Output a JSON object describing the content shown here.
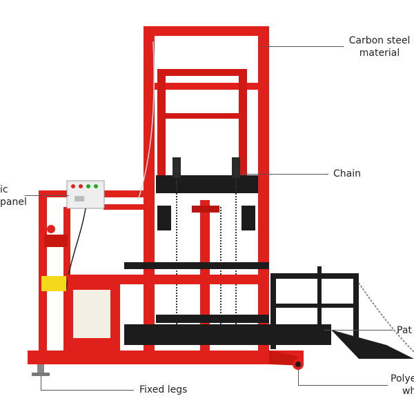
{
  "callouts": {
    "carbon_steel": [
      "Carbon steel",
      "material"
    ],
    "chain": "Chain",
    "control_panel": [
      "ic",
      "panel"
    ],
    "path": "Pat",
    "fixed_legs": "Fixed legs",
    "poly_wheel": [
      "Polye",
      "wh"
    ]
  },
  "colors": {
    "frame_red": "#e0201b",
    "frame_dark_red": "#b81510",
    "black_steel": "#1c1c1c",
    "control_box": "#eeeeee",
    "callout_line": "#555555"
  }
}
